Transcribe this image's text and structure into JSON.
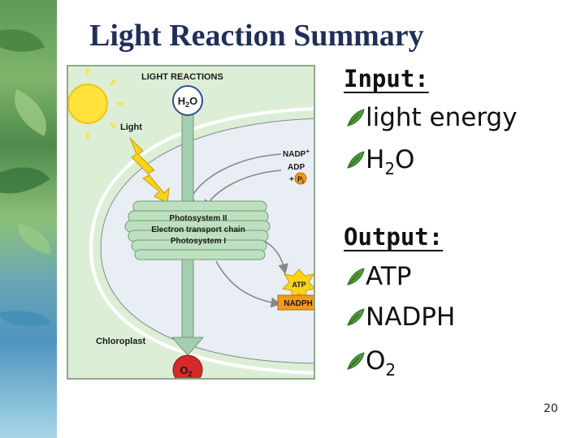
{
  "title": "Light Reaction Summary",
  "diagram": {
    "heading": "LIGHT REACTIONS",
    "h2o": {
      "main": "H",
      "sub": "2",
      "tail": "O"
    },
    "light_label": "Light",
    "inputs": {
      "nadp": "NADP",
      "nadp_sup": "+",
      "adp": "ADP",
      "pi_prefix": "+",
      "pi": "P",
      "pi_sub": "i"
    },
    "membrane_labels": [
      "Photosystem II",
      "Electron transport chain",
      "Photosystem I"
    ],
    "atp_badge": "ATP",
    "nadph_badge": "NADPH",
    "chloroplast_label": "Chloroplast",
    "o2": {
      "main": "O",
      "sub": "2"
    },
    "colors": {
      "panel_bg": "#dcefd6",
      "stroma": "#e8eef4",
      "thylakoid": "#bfe0bf",
      "arrow": "#a4ceb0",
      "sun": "#ffe23b",
      "lightning": "#f7d41a",
      "atp": "#f7d41a",
      "nadph": "#f39a1a",
      "o2": "#d42a2a"
    }
  },
  "input": {
    "heading": "Input:",
    "items": [
      {
        "text": "light energy"
      },
      {
        "main": "H",
        "sub": "2",
        "tail": "O"
      }
    ]
  },
  "output": {
    "heading": "Output:",
    "items": [
      {
        "text": "ATP"
      },
      {
        "text": "NADPH"
      },
      {
        "main": "O",
        "sub": "2",
        "tail": ""
      }
    ]
  },
  "bullet_icon": "green-leaf-bullet-icon",
  "page_number": "20"
}
